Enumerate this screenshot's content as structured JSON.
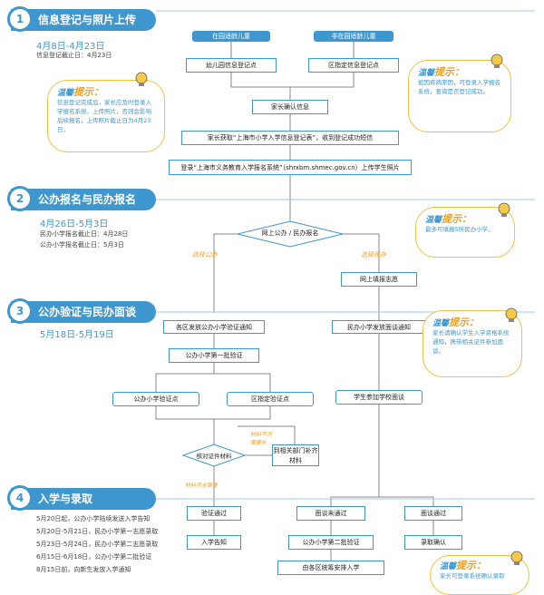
{
  "sections": [
    {
      "num": "1",
      "title": "信息登记与照片上传",
      "dates": "4月8日-4月23日",
      "info": [
        "信息登记截止日：4月23日"
      ]
    },
    {
      "num": "2",
      "title": "公办报名与民办报名",
      "dates": "4月26日-5月3日",
      "info": [
        "民办小学报名截止日：4月28日",
        "公办小学报名截止日：5月3日"
      ]
    },
    {
      "num": "3",
      "title": "公办验证与民办面谈",
      "dates": "5月18日-5月19日",
      "info": []
    },
    {
      "num": "4",
      "title": "入学与录取",
      "dates": "",
      "info": [
        "5月20日起，公办小学陆续发送入学告知",
        "5月20日-5月21日，民办小学第一志愿录取",
        "5月23日-5月24日，民办小学第二志愿录取",
        "6月15日-6月18日，公办小学第二批验证",
        "8月15日前，向新生发放入学通知"
      ]
    }
  ],
  "boxes": {
    "in_kg": "在园适龄儿童",
    "not_in_kg": "非在园适龄儿童",
    "kg_point": "幼儿园信息登记点",
    "district_point": "区指定信息登记点",
    "parent_confirm": "家长确认信息",
    "obtain_form": "家长获取“上海市小学入学信息登记表”，收到登记成功短信",
    "upload": "登录“上海市义务教育入学报名系统”（shrxbm.shmec.gov.cn）上传学生照片",
    "apply": "网上公办 / 民办报名",
    "fill_private": "网上填报志愿",
    "public_notice": "各区发放公办小学验证通知",
    "private_notice": "民办小学发放面谈通知",
    "public_first": "公办小学第一批验证",
    "public_point": "公办小学验证点",
    "district_verify": "区指定验证点",
    "check_docs": "核对证件材料",
    "dept_supply": "到相关部门补齐材料",
    "interview": "学生参加学校面谈",
    "verify_pass": "验证通过",
    "admit_notice": "入学告知",
    "interview_fail": "面谈未通过",
    "interview_pass": "面谈通过",
    "public_second": "公办小学第二批验证",
    "enroll_confirm": "录取确认",
    "district_arrange": "由各区统筹安排入学"
  },
  "tags": {
    "choose_public": "选择公办",
    "choose_private": "选择民办",
    "docs_incomplete": "材料不齐需要补",
    "docs_complete": "材料齐全需要"
  },
  "tips": {
    "title_a": "温馨",
    "title_b": "提示：",
    "tip1": "信息登记完成后，家长应及时登录入学报名系统，上传照片，否则会影响后续报名，上传照片截止日为4月23日。",
    "tip2": "如因疾病原因，可登录入学报名系统，查询是否登记成功。",
    "tip3": "最多可填报5所民办小学。",
    "tip4": "家长请确认学生入学资格系统通知，携带相关证件参加面谈。",
    "tip5": "家长可登录系统确认录取"
  },
  "colors": {
    "accent": "#3f97cf",
    "tip_border": "#f0c040",
    "tag": "#f0a020"
  }
}
